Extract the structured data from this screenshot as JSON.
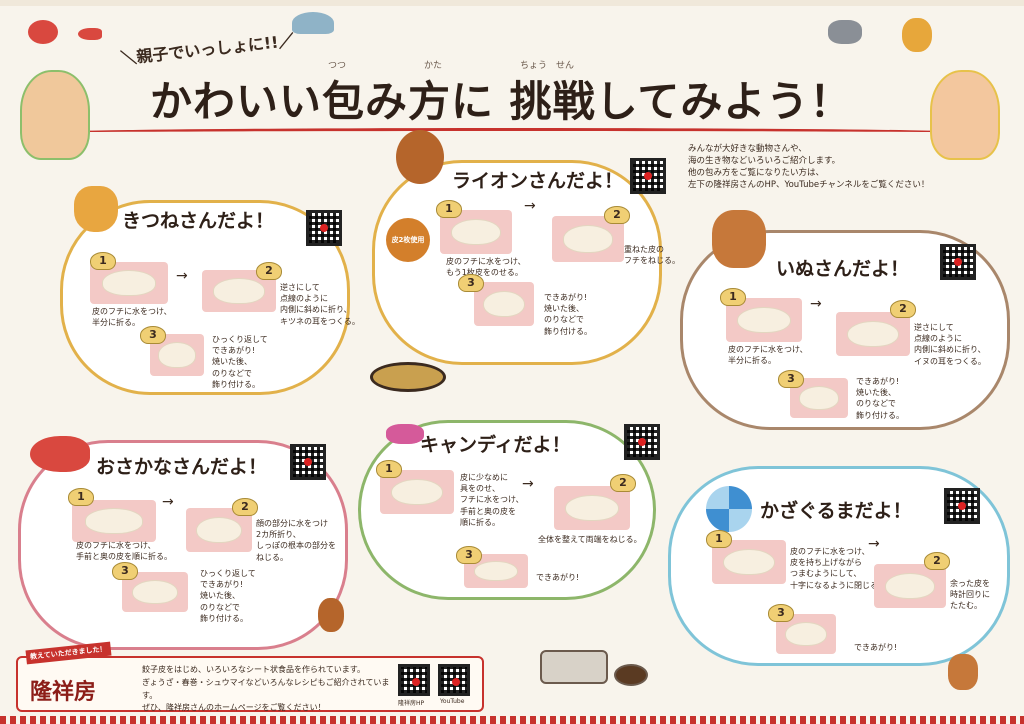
{
  "header": {
    "subtitle": "＼親子でいっしょに!!／",
    "title": "かわいい包み方に 挑戦してみよう！",
    "ruby_tsutsu": "つつ",
    "ruby_kata": "かた",
    "ruby_chousen": "ちょう　せん",
    "intro": "みんなが大好きな動物さんや、\n海の生き物などいろいろご紹介します。\n他の包み方をご覧になりたい方は、\n左下の隆祥房さんのHP、YouTubeチャンネルをご覧ください！"
  },
  "sections": {
    "fox": {
      "title": "きつねさんだよ！",
      "step1": "皮のフチに水をつけ、\n半分に折る。",
      "step2": "逆さにして\n点線のように\n内側に斜めに折り、\nキツネの耳をつくる。",
      "step3": "ひっくり返して\nできあがり!\n焼いた後、\nのりなどで\n飾り付ける。"
    },
    "lion": {
      "title": "ライオンさんだよ！",
      "chip": "皮2枚使用",
      "step1": "皮のフチに水をつけ、\nもう1枚皮をのせる。",
      "step2": "重ねた皮の\nフチをねじる。",
      "step3": "できあがり!\n焼いた後、\nのりなどで\n飾り付ける。"
    },
    "dog": {
      "title": "いぬさんだよ！",
      "step1": "皮のフチに水をつけ、\n半分に折る。",
      "step2": "逆さにして\n点線のように\n内側に斜めに折り、\nイヌの耳をつくる。",
      "step3": "できあがり!\n焼いた後、\nのりなどで\n飾り付ける。"
    },
    "fish": {
      "title": "おさかなさんだよ！",
      "step1": "皮のフチに水をつけ、\n手前と奥の皮を順に折る。",
      "step2": "顔の部分に水をつけ\n2カ所折り、\nしっぽの根本の部分を\nねじる。",
      "step3": "ひっくり返して\nできあがり!\n焼いた後、\nのりなどで\n飾り付ける。"
    },
    "candy": {
      "title": "キャンディだよ！",
      "step1": "皮に少なめに\n具をのせ、\nフチに水をつけ、\n手前と奥の皮を\n順に折る。",
      "step2": "全体を整えて両端をねじる。",
      "step3": "できあがり!"
    },
    "pinwheel": {
      "title": "かざぐるまだよ！",
      "step1": "皮のフチに水をつけ、\n皮を持ち上げながら\nつまむようにして、\n十字になるように閉じる。",
      "step2": "余った皮を\n時計回りに\nたたむ。",
      "step3": "できあがり!"
    }
  },
  "steps": [
    "1",
    "2",
    "3"
  ],
  "footer": {
    "tag": "教えていただきました！",
    "logo": "隆祥房",
    "text": "餃子皮をはじめ、いろいろなシート状食品を作られています。\nぎょうざ・春巻・シュウマイなどいろんなレシピもご紹介されています。\nぜひ、隆祥房さんのホームページをご覧ください！",
    "qr1_label": "隆祥房HP",
    "qr2_label": "YouTube"
  }
}
